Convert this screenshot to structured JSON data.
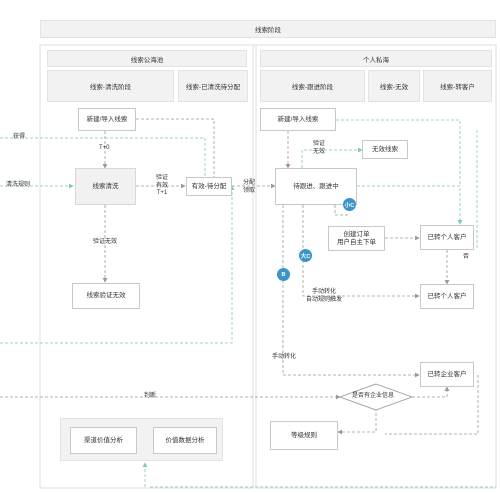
{
  "diagram": {
    "title": "线索阶段",
    "columns": {
      "public_pool": "线索公海池",
      "private_pool": "个人私海"
    },
    "stages": {
      "public_clean": "线索-清洗阶段",
      "public_pending": "线索-已清洗待分配",
      "private_follow": "线索-跟进阶段",
      "private_invalid": "线索-无效",
      "private_convert": "线索-转客户"
    },
    "nodes": {
      "import_left": "新建/导入线索",
      "clean": "线索清洗",
      "clean_invalid": "线索验证无效",
      "valid_pending": "有效-待分配",
      "import_right": "新建/导入线索",
      "following": "待跟进、跟进中",
      "invalid_lead": "无效线索",
      "create_order": "创建订单\n用户自主下单",
      "cust_personal_1": "已转个人客户",
      "cust_personal_2": "已转个人客户",
      "cust_enterprise": "已转企业客户",
      "enterprise_info": "是否有企业信息",
      "level_rules": "等级规则",
      "channel_analysis": "渠道价值分析",
      "value_analysis": "价值数据分析"
    },
    "labels": {
      "acquire": "获得",
      "clean_rules": "清洗规则",
      "t0": "T+0",
      "verify_valid": "验证\n有效\nT+1",
      "verify_invalid": "验证无效",
      "assign": "分配\n领取",
      "verify_invalid_right": "验证\n无效",
      "manual_auto": "手动转化\n自动规则触发",
      "manual": "手动转化",
      "judge": "判断",
      "no": "否"
    },
    "badges": {
      "small_c": "小C",
      "big_c": "大C",
      "b": "B"
    },
    "colors": {
      "edge_dashed": "#9a9a9a",
      "edge_teal": "#7fc8c0",
      "badge": "#3b95c7",
      "band": "#f2f2f2"
    }
  }
}
